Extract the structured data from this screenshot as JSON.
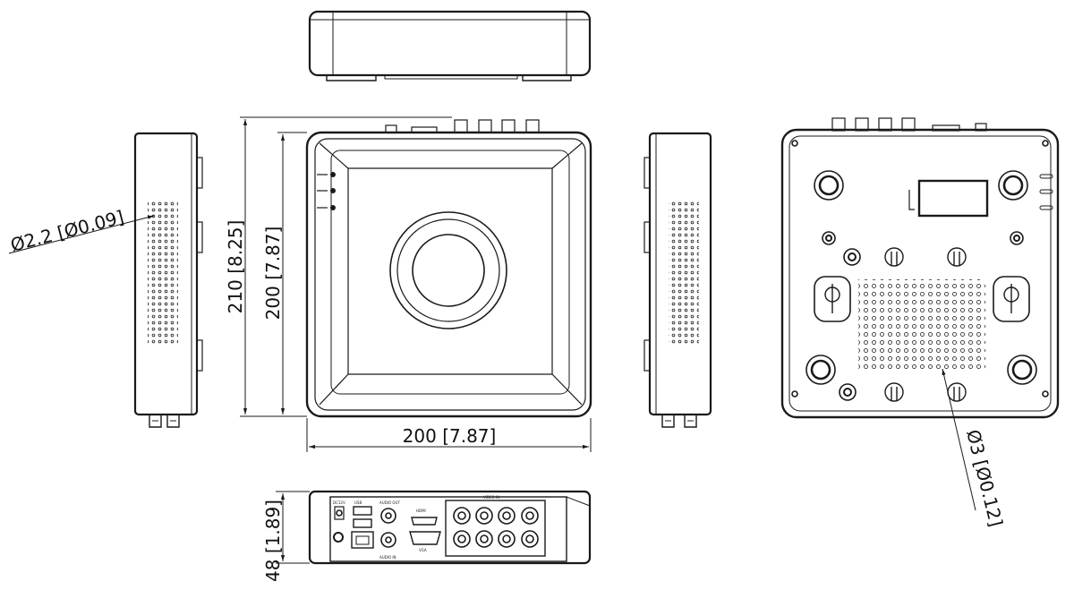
{
  "dimensions": {
    "side_hole": "Ø2.2 [Ø0.09]",
    "depth_outer": "210 [8.25]",
    "depth_inner": "200 [7.87]",
    "width": "200 [7.87]",
    "height": "48 [1.89]",
    "bottom_hole": "Ø3 [Ø0.12]"
  },
  "rear_panel_labels": {
    "power": "DC12V",
    "usb": "USB",
    "audio_out": "AUDIO OUT",
    "hdmi": "HDMI",
    "video_in": "VIDEO IN",
    "audio_in": "AUDIO IN",
    "vga": "VGA"
  },
  "colors": {
    "line": "#1a1a1a",
    "background": "#ffffff"
  }
}
